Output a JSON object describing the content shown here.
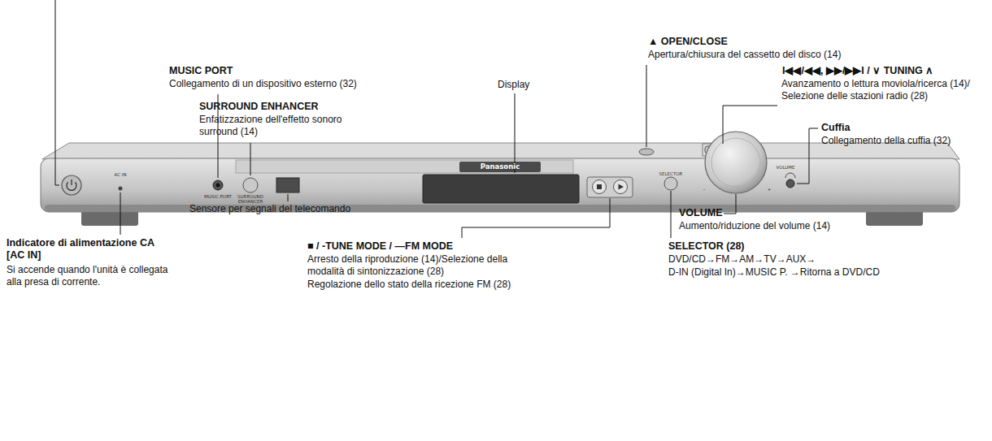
{
  "diagram": {
    "labels": [
      "MUSIC PORT",
      "Collegamento di un dispositivo esterno (32)",
      "SURROUND ENHANCER",
      "Enfatizzazione dell'effetto sonoro surround (14)",
      "Display",
      "▲ OPEN/CLOSE",
      "Apertura/chiusura del cassetto del disco (14)",
      "I◀◀/◀◀, ▶▶/▶▶I / ∨ TUNING ∧",
      "Avanzamento o lettura moviola/ricerca (14)/ Selezione delle stazioni radio (28)",
      "Cuffia",
      "Collegamento della cuffia (32)",
      "Sensore per segnali del telecomando",
      "Indicatore di alimentazione CA [AC IN]",
      "Si accende quando l'unità è collegata alla presa di corrente.",
      "■ / -TUNE MODE / —FM MODE",
      "Arresto della riproduzione (14)/Selezione della modalità di sintonizzazione (28)",
      "Regolazione dello stato della ricezione FM (28)",
      "VOLUME",
      "Aumento/riduzione del volume (14)",
      "SELECTOR (28)",
      "DVD/CD→FM→AM→TV→AUX→",
      "D-IN (Digital In)→MUSIC P. →Ritorna a DVD/CD",
      "Panasonic",
      "AC IN",
      "MUSIC PORT",
      "SURROUND ENHANCER",
      "SELECTOR",
      "VOLUME",
      "–",
      "+"
    ]
  }
}
